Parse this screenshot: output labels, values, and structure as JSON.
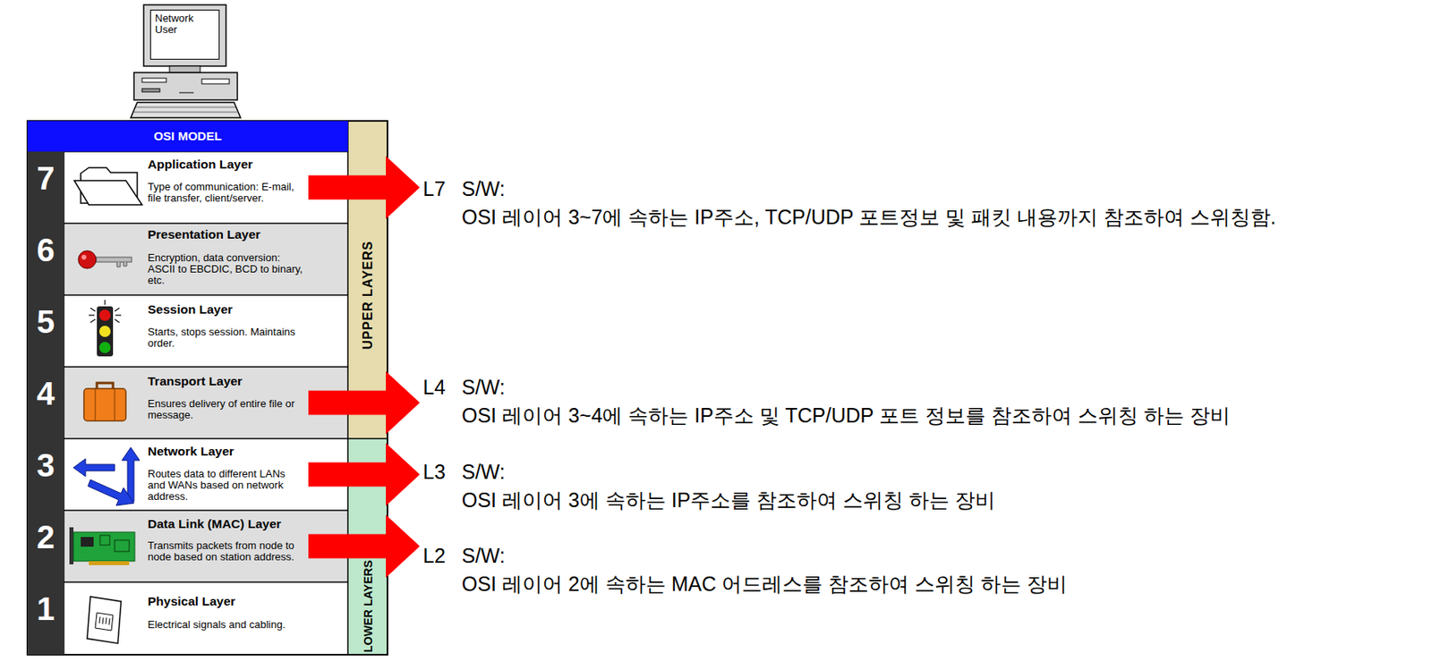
{
  "diagram": {
    "nodes": [
      {
        "text": [
          "Network User"
        ]
      },
      {
        "text": [
          "OSI MODEL"
        ]
      },
      {
        "text": [
          "7",
          "Application Layer",
          "Type of communication: E-mail, file transfer, client/server."
        ],
        "in": 1
      },
      {
        "text": [
          "6",
          "Presentation Layer",
          "Encryption, data conversion: ASCII to EBCDIC, BCD to binary, etc."
        ],
        "in": 1
      },
      {
        "text": [
          "5",
          "Session Layer",
          "Starts, stops session. Maintains order."
        ],
        "in": 1
      },
      {
        "text": [
          "4",
          "Transport Layer",
          "Ensures delivery of entire file or message."
        ],
        "in": 1
      },
      {
        "text": [
          "3",
          "Network Layer",
          "Routes data to different LANs and WANs based on network address."
        ],
        "in": 1
      },
      {
        "text": [
          "2",
          "Data Link (MAC) Layer",
          "Transmits packets from node to node based on station address."
        ],
        "in": 1
      },
      {
        "text": [
          "1",
          "Physical Layer",
          "Electrical signals and cabling."
        ],
        "in": 1
      },
      {
        "text": [
          "UPPER LAYERS"
        ],
        "in": 1
      },
      {
        "text": [
          "LOWER LAYERS"
        ],
        "in": 1
      },
      {
        "text": [
          "L7",
          "S/W:",
          "OSI 레이어 3~7에 속하는 IP주소, TCP/UDP 포트정보 및 패킷 내용까지 참조하여 스위칭함."
        ]
      },
      {
        "text": [
          "L4",
          "S/W:",
          "OSI 레이어 3~4에 속하는 IP주소 및 TCP/UDP 포트 정보를 참조하여 스위칭 하는 장비"
        ]
      },
      {
        "text": [
          "L3",
          "S/W:",
          "OSI 레이어 3에 속하는 IP주소를 참조하여 스위칭 하는 장비"
        ]
      },
      {
        "text": [
          "L2",
          "S/W:",
          "OSI 레이어 2에 속하는 MAC 어드레스를 참조하여 스위칭 하는 장비"
        ]
      }
    ],
    "edges": [
      {
        "from": 2,
        "to": 11,
        "arrow": "to"
      },
      {
        "from": 5,
        "to": 12,
        "arrow": "to"
      },
      {
        "from": 6,
        "to": 13,
        "arrow": "to"
      },
      {
        "from": 7,
        "to": 14,
        "arrow": "to"
      }
    ]
  }
}
